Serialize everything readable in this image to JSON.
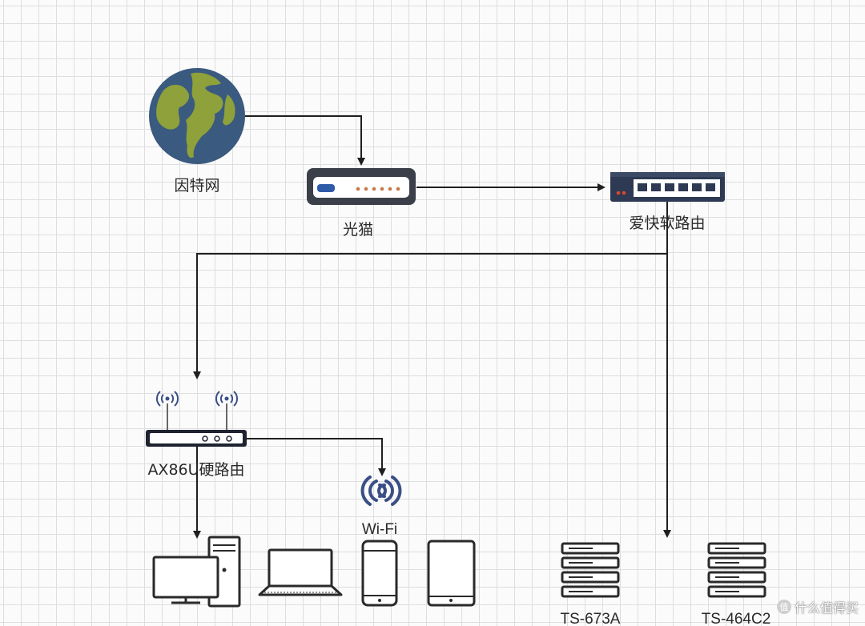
{
  "nodes": {
    "internet": {
      "label": "因特网"
    },
    "modem": {
      "label": "光猫"
    },
    "soft_router": {
      "label": "爱快软路由"
    },
    "hard_router": {
      "label": "AX86U硬路由"
    },
    "wifi": {
      "label": "Wi-Fi"
    },
    "nas1": {
      "label": "TS-673A"
    },
    "nas2": {
      "label": "TS-464C2"
    }
  },
  "watermark": {
    "text": "什么值得买",
    "badge": "值"
  },
  "colors": {
    "line": "#1f1f1f",
    "device_dark": "#3b3f4a",
    "switch_dark": "#2e3a53",
    "globe_ocean": "#3a5a7f",
    "globe_land": "#8ea13a",
    "wifi_blue": "#3a4f86"
  }
}
